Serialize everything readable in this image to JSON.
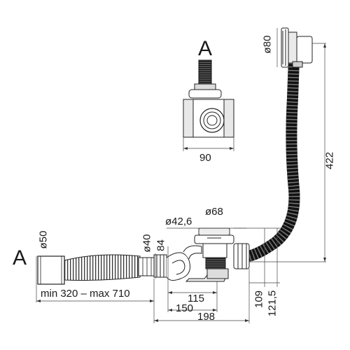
{
  "section_marks": {
    "left": "A",
    "detail": "A"
  },
  "dimensions": {
    "hose_length": "min 320 – max 710",
    "outlet_diameter": "ø50",
    "pipe_diameter": "ø40",
    "height_84": "84",
    "waste_diameter": "ø42,6",
    "plug_diameter": "ø68",
    "overflow_diameter": "ø80",
    "overflow_height": "422",
    "detail_width": "90",
    "width_115": "115",
    "width_150": "150",
    "width_198": "198",
    "height_109": "109",
    "height_121_5": "121,5"
  }
}
